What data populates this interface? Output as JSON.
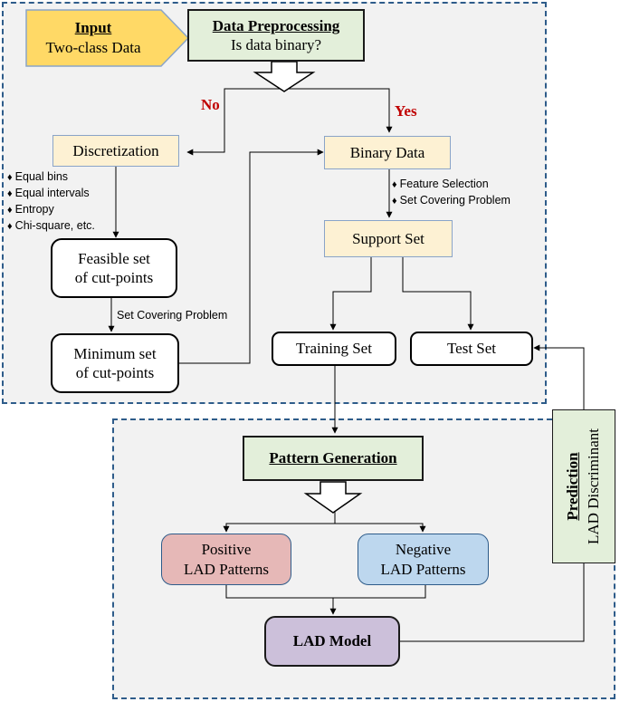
{
  "input": {
    "title": "Input",
    "subtitle": "Two-class Data"
  },
  "preprocessing": {
    "title": "Data Preprocessing",
    "question": "Is data binary?"
  },
  "branch": {
    "no": "No",
    "yes": "Yes"
  },
  "discretization": {
    "label": "Discretization",
    "methods": [
      "Equal bins",
      "Equal intervals",
      "Entropy",
      "Chi-square, etc."
    ]
  },
  "feasible_set": {
    "line1": "Feasible set",
    "line2": "of cut-points"
  },
  "scp_label": "Set Covering Problem",
  "minimum_set": {
    "line1": "Minimum set",
    "line2": "of cut-points"
  },
  "binary_data": {
    "label": "Binary Data",
    "steps": [
      "Feature Selection",
      "Set Covering Problem"
    ]
  },
  "support_set": "Support Set",
  "training_set": "Training Set",
  "test_set": "Test Set",
  "pattern_generation": "Pattern Generation",
  "positive_patterns": {
    "line1": "Positive",
    "line2": "LAD Patterns"
  },
  "negative_patterns": {
    "line1": "Negative",
    "line2": "LAD Patterns"
  },
  "lad_model": "LAD Model",
  "prediction": {
    "title": "Prediction",
    "subtitle": "LAD Discriminant"
  },
  "colors": {
    "region_border": "#2e5c8a",
    "region_fill": "#f2f2f2",
    "yellow_fill": "#fdf1d3",
    "green_fill": "#e3efda",
    "input_fill": "#ffd966",
    "positive_fill": "#e6b8b7",
    "negative_fill": "#bdd7ee",
    "model_fill": "#ccc0da",
    "branch_label": "#c00000"
  },
  "icons": [
    "hollow-down-arrow-icon",
    "pentagon-arrow-icon",
    "arrowhead-icon"
  ]
}
